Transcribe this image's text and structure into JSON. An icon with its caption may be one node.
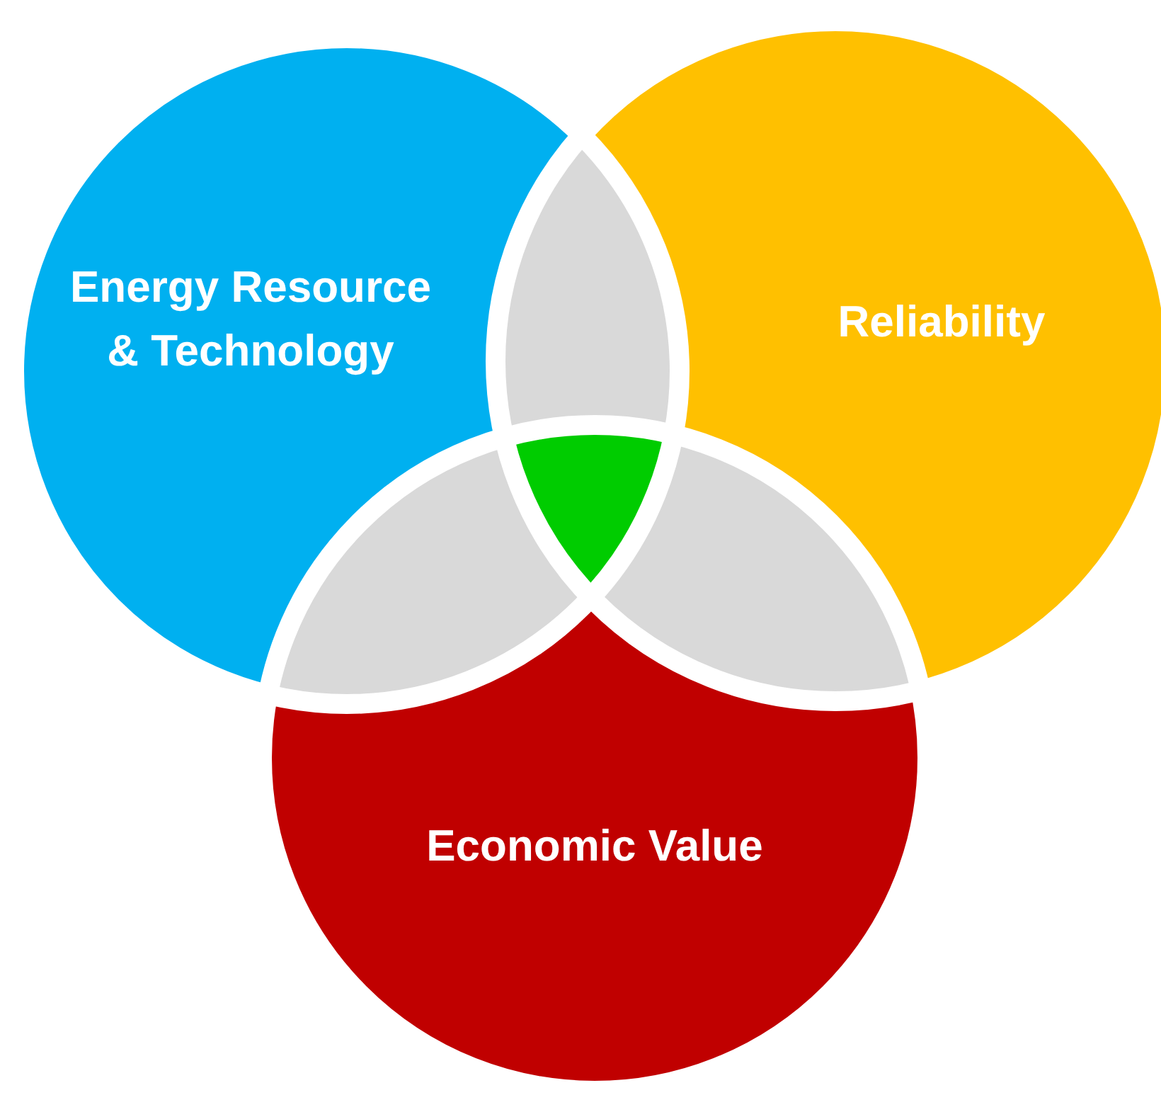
{
  "diagram": {
    "nodes": [
      {
        "text": [
          "Energy Resource & Technology"
        ]
      },
      {
        "text": [
          "Reliability"
        ]
      },
      {
        "text": [
          "Economic Value"
        ]
      }
    ]
  }
}
